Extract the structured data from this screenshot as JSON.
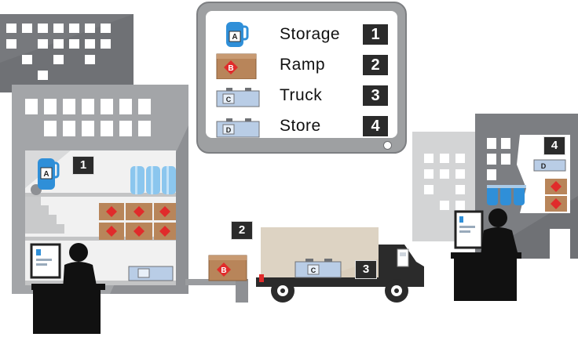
{
  "legend": {
    "items": [
      {
        "number": "1",
        "label": "Storage",
        "icon": "barrel-icon",
        "icon_letter": "A"
      },
      {
        "number": "2",
        "label": "Ramp",
        "icon": "box-icon",
        "icon_letter": "B"
      },
      {
        "number": "3",
        "label": "Truck",
        "icon": "container-icon",
        "icon_letter": "C"
      },
      {
        "number": "4",
        "label": "Store",
        "icon": "container-icon",
        "icon_letter": "D"
      }
    ]
  },
  "badges": {
    "storage": "1",
    "ramp": "2",
    "truck": "3",
    "store": "4"
  },
  "letters": {
    "barrel": "A",
    "box": "B",
    "truck_container": "C",
    "store_container": "D"
  },
  "colors": {
    "building_dark": "#6f7175",
    "building_mid": "#9a9c9f",
    "building_light": "#d3d4d5",
    "barrel_blue": "#2f8fd8",
    "box_brown": "#b8855a",
    "hazard_red": "#e02b2b",
    "container_blue": "#b9cde6",
    "truck_cargo": "#d9cdbb",
    "badge": "#2b2b2b"
  }
}
